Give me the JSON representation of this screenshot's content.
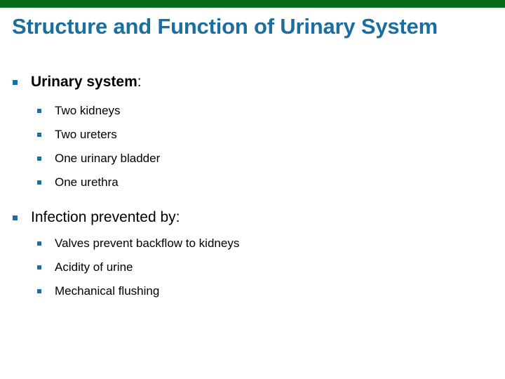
{
  "colors": {
    "accent_green": "#076B18",
    "title_blue": "#1B6E9E",
    "bullet_blue": "#1B6E9E",
    "body_text": "#000000",
    "background": "#FFFFFF"
  },
  "slide": {
    "title": "Structure and Function of Urinary System",
    "sections": [
      {
        "heading": "Urinary system",
        "heading_suffix": ":",
        "heading_bold": true,
        "items": [
          "Two kidneys",
          "Two ureters",
          "One urinary bladder",
          "One urethra"
        ]
      },
      {
        "heading": "Infection prevented by:",
        "heading_suffix": "",
        "heading_bold": false,
        "items": [
          "Valves prevent backflow to kidneys",
          "Acidity of urine",
          "Mechanical flushing"
        ]
      }
    ]
  }
}
